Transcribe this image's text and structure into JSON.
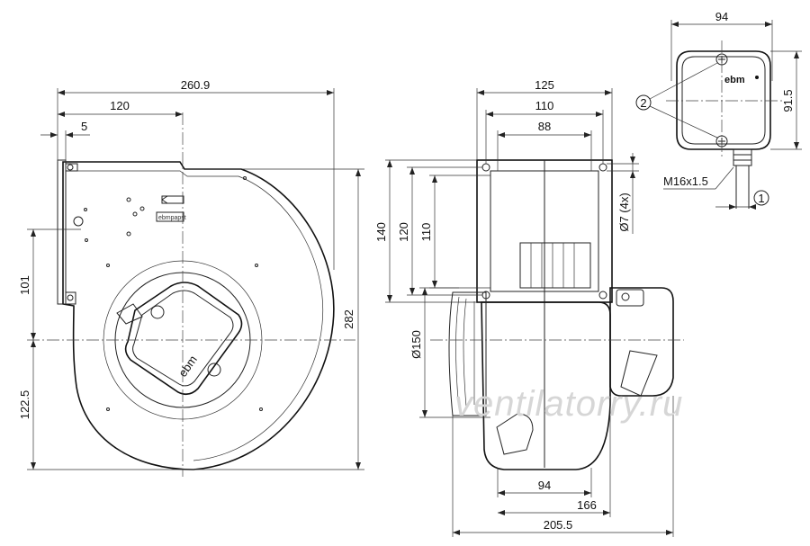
{
  "dimensions": {
    "width_total": "260.9",
    "inlet_offset": "120",
    "flange": "5",
    "height_total": "282",
    "upper_height": "101",
    "lower_height": "122.5",
    "side_width_125": "125",
    "side_width_110": "110",
    "side_width_88": "88",
    "height_140": "140",
    "height_120": "120",
    "height_110": "110",
    "hole_dia": "Ø7 (4x)",
    "inlet_dia": "Ø150",
    "bottom_94": "94",
    "bottom_166": "166",
    "bottom_205": "205.5",
    "box_width": "94",
    "box_height": "91.5",
    "thread": "M16x1.5"
  },
  "callouts": {
    "item_1": "1",
    "item_2": "2"
  },
  "label_on_box": "ebm",
  "watermark": "ventilatorry.ru"
}
